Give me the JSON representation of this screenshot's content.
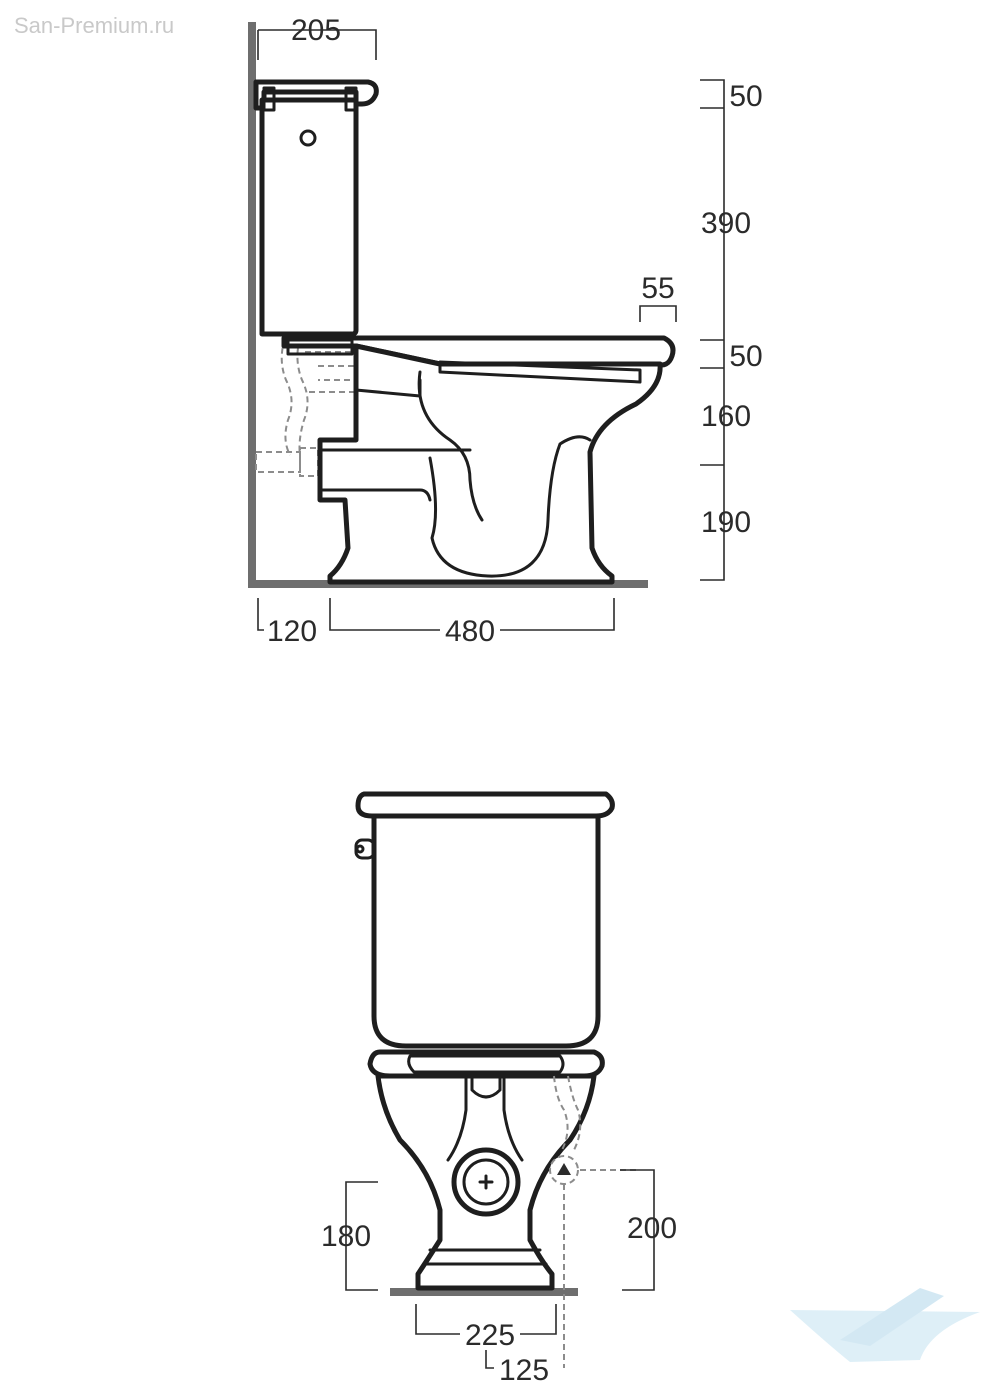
{
  "watermark": "San-Premium.ru",
  "side_view": {
    "dims": {
      "tank_depth": "205",
      "lid_height": "50",
      "tank_height": "390",
      "rim_width": "55",
      "seat_height": "50",
      "bowl_height": "160",
      "base_height": "190",
      "wall_offset": "120",
      "bowl_length": "480"
    }
  },
  "front_view": {
    "dims": {
      "outlet_height": "180",
      "inlet_height": "200",
      "base_width": "225",
      "inlet_offset": "125"
    }
  },
  "colors": {
    "outline": "#1e1e1e",
    "dimension": "#2b2b2b",
    "hidden": "#8c8c8c",
    "floor": "#6e6e6e",
    "logo": "#cfe6f2"
  }
}
